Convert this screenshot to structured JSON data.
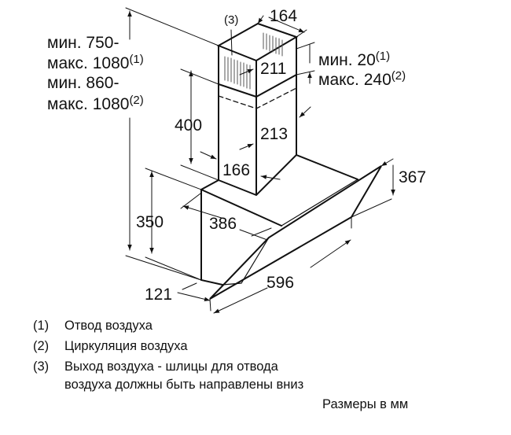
{
  "height_label": {
    "line1": "мин. 750-",
    "line2": "макс. 1080",
    "ref2": "(1)",
    "line3": "мин. 860-",
    "line4": "макс. 1080",
    "ref4": "(2)"
  },
  "dimensions": {
    "d164": "164",
    "d211": "211",
    "d213": "213",
    "d400": "400",
    "d166": "166",
    "d350": "350",
    "d386": "386",
    "d367": "367",
    "d596": "596",
    "d121": "121"
  },
  "callout3": "(3)",
  "overlap": {
    "min": "мин. 20",
    "min_ref": "(1)",
    "max": "макс. 240",
    "max_ref": "(2)"
  },
  "legend": [
    {
      "num": "(1)",
      "text": "Отвод воздуха"
    },
    {
      "num": "(2)",
      "text": "Циркуляция воздуха"
    },
    {
      "num": "(3)",
      "text": "Выход воздуха - шлицы для отвода",
      "text2": "воздуха должны быть направлены вниз"
    }
  ],
  "units_note": "Размеры в мм"
}
